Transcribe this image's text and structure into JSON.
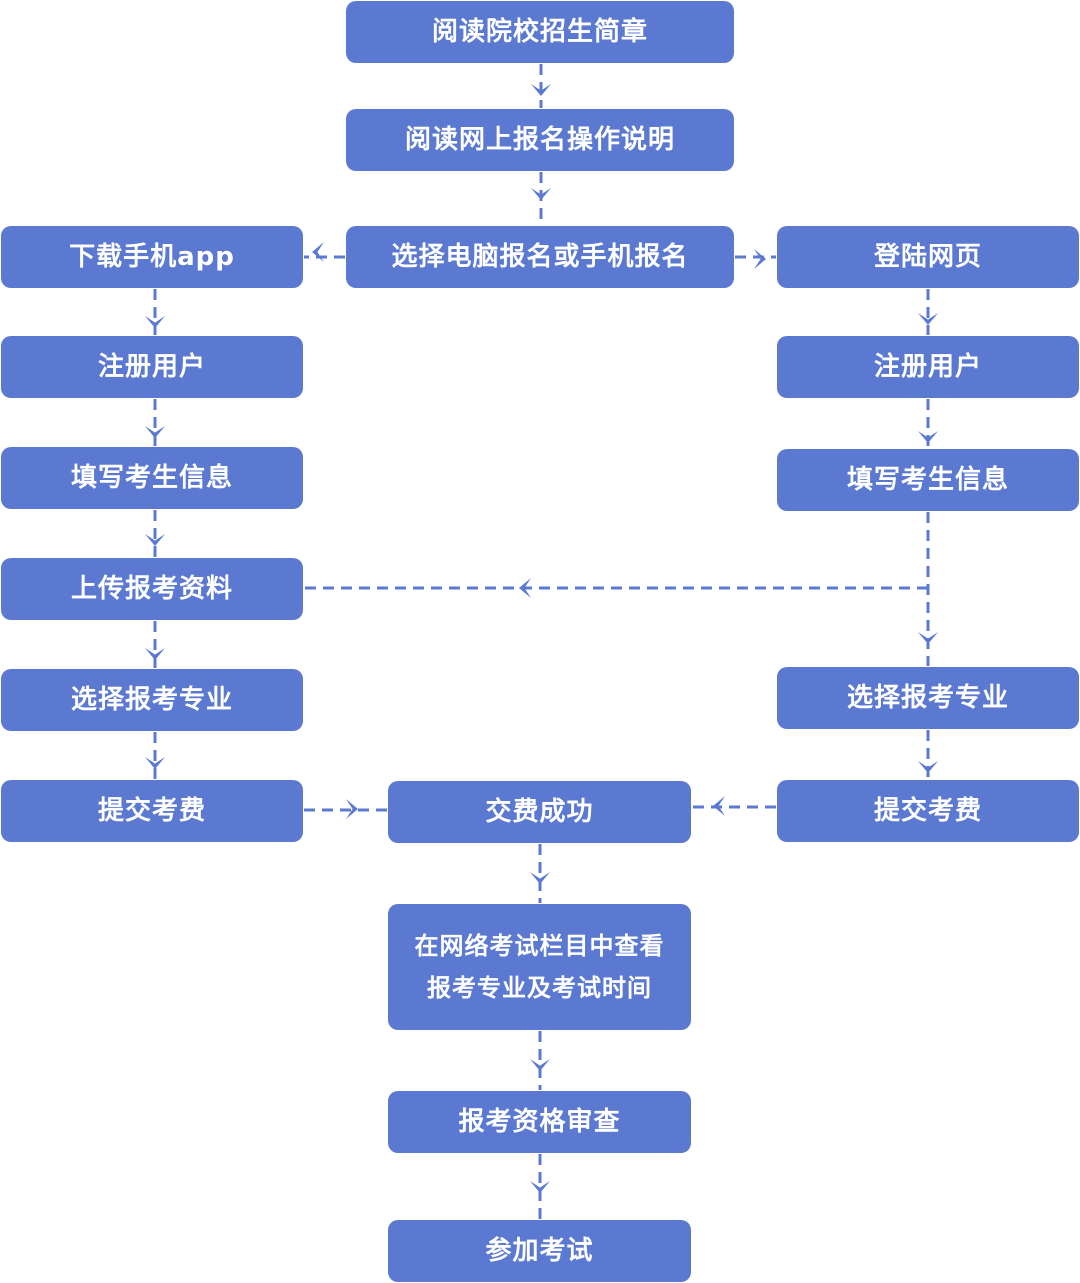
{
  "flowchart": {
    "nodes": {
      "read_brochure": "阅读院校招生简章",
      "read_instructions": "阅读网上报名操作说明",
      "choose_mode": "选择电脑报名或手机报名",
      "download_app": "下载手机app",
      "login_web": "登陆网页",
      "register_app": "注册用户",
      "register_web": "注册用户",
      "fill_info_app": "填写考生信息",
      "fill_info_web": "填写考生信息",
      "upload_materials": "上传报考资料",
      "choose_major_app": "选择报考专业",
      "choose_major_web": "选择报考专业",
      "pay_app": "提交考费",
      "pay_web": "提交考费",
      "payment_success": "交费成功",
      "check_schedule": [
        "在网络考试栏目中查看",
        "报考专业及考试时间"
      ],
      "eligibility_review": "报考资格审查",
      "take_exam": "参加考试"
    },
    "edges": [
      [
        "read_brochure",
        "read_instructions"
      ],
      [
        "read_instructions",
        "choose_mode"
      ],
      [
        "choose_mode",
        "download_app"
      ],
      [
        "choose_mode",
        "login_web"
      ],
      [
        "download_app",
        "register_app"
      ],
      [
        "register_app",
        "fill_info_app"
      ],
      [
        "fill_info_app",
        "upload_materials"
      ],
      [
        "upload_materials",
        "choose_major_app"
      ],
      [
        "choose_major_app",
        "pay_app"
      ],
      [
        "login_web",
        "register_web"
      ],
      [
        "register_web",
        "fill_info_web"
      ],
      [
        "fill_info_web",
        "upload_materials"
      ],
      [
        "fill_info_web",
        "choose_major_web"
      ],
      [
        "choose_major_web",
        "pay_web"
      ],
      [
        "pay_app",
        "payment_success"
      ],
      [
        "pay_web",
        "payment_success"
      ],
      [
        "payment_success",
        "check_schedule"
      ],
      [
        "check_schedule",
        "eligibility_review"
      ],
      [
        "eligibility_review",
        "take_exam"
      ]
    ],
    "colors": {
      "node_fill": "#5b79d1",
      "node_text": "#ffffff",
      "connector": "#5b79d1",
      "background": "#ffffff"
    },
    "connector_style": "dashed"
  }
}
